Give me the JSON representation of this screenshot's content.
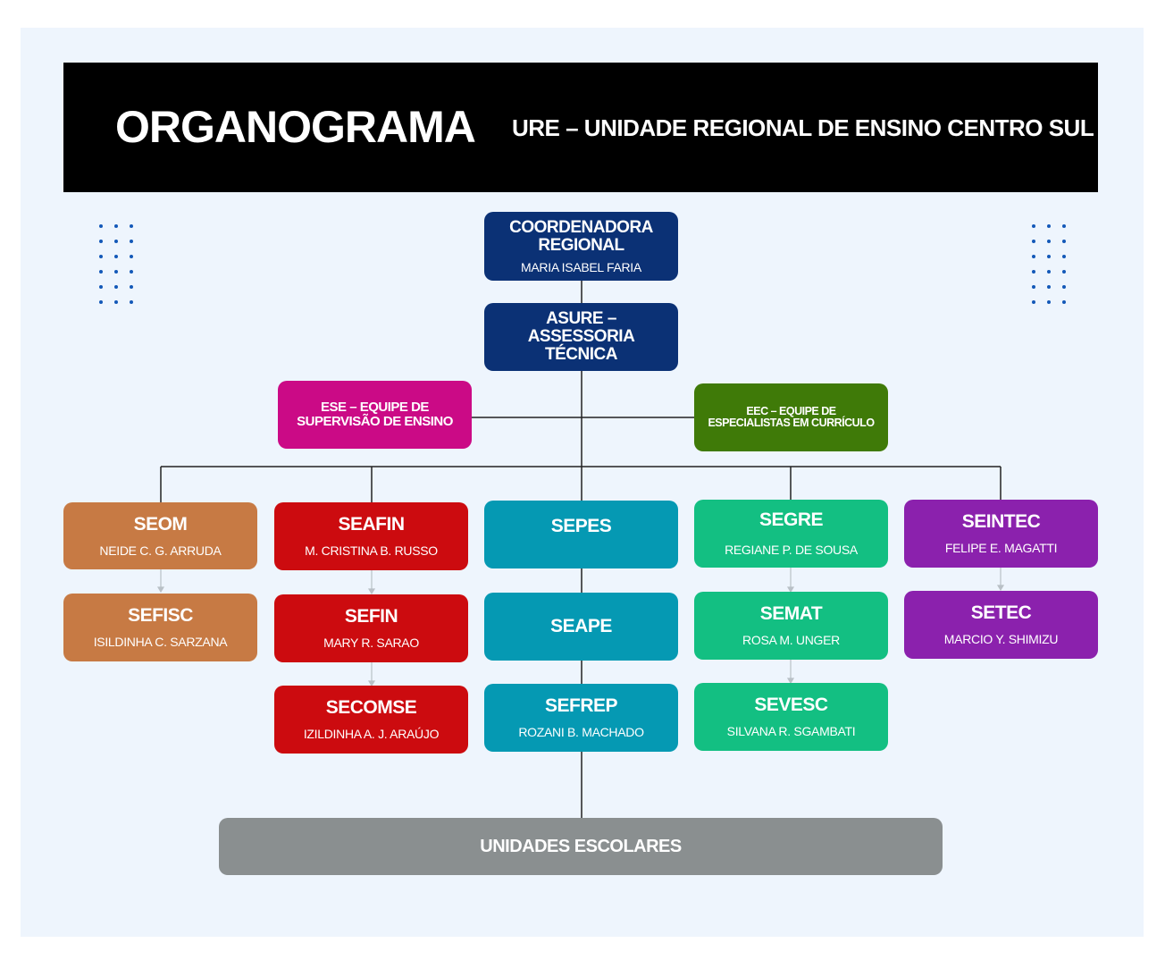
{
  "header": {
    "title": "ORGANOGRAMA",
    "subtitle": "URE – UNIDADE REGIONAL DE ENSINO CENTRO SUL",
    "background_color": "#000000"
  },
  "diagram": {
    "top": {
      "coordenadora": {
        "title": "COORDENADORA REGIONAL",
        "name": "MARIA ISABEL FARIA",
        "color": "#0b3175"
      },
      "asure": {
        "title": "ASURE – ASSESSORIA TÉCNICA",
        "color": "#0b3175"
      }
    },
    "side": {
      "ese": {
        "title": "ESE – EQUIPE DE SUPERVISÃO DE ENSINO",
        "color": "#cb0a86"
      },
      "eec": {
        "title": "EEC – EQUIPE DE ESPECIALISTAS EM CURRÍCULO",
        "color": "#3f7a08"
      }
    },
    "columns": [
      {
        "color": "#c77a44",
        "units": [
          {
            "title": "SEOM",
            "name": "NEIDE C. G. ARRUDA"
          },
          {
            "title": "SEFISC",
            "name": "ISILDINHA C. SARZANA"
          }
        ]
      },
      {
        "color": "#cc0b0f",
        "units": [
          {
            "title": "SEAFIN",
            "name": "M. CRISTINA B. RUSSO"
          },
          {
            "title": "SEFIN",
            "name": "MARY R. SARAO"
          },
          {
            "title": "SECOMSE",
            "name": "IZILDINHA A. J. ARAÚJO"
          }
        ]
      },
      {
        "color": "#0599b3",
        "units": [
          {
            "title": "SEPES",
            "name": ""
          },
          {
            "title": "SEAPE",
            "name": ""
          },
          {
            "title": "SEFREP",
            "name": "ROZANI B. MACHADO"
          }
        ]
      },
      {
        "color": "#13bf82",
        "units": [
          {
            "title": "SEGRE",
            "name": "REGIANE P. DE SOUSA"
          },
          {
            "title": "SEMAT",
            "name": "ROSA M. UNGER"
          },
          {
            "title": "SEVESC",
            "name": "SILVANA R. SGAMBATI"
          }
        ]
      },
      {
        "color": "#8b21ad",
        "units": [
          {
            "title": "SEINTEC",
            "name": "FELIPE E. MAGATTI"
          },
          {
            "title": "SETEC",
            "name": "MARCIO Y. SHIMIZU"
          }
        ]
      }
    ],
    "bottom": {
      "title": "UNIDADES ESCOLARES",
      "color": "#8a8f90"
    }
  }
}
